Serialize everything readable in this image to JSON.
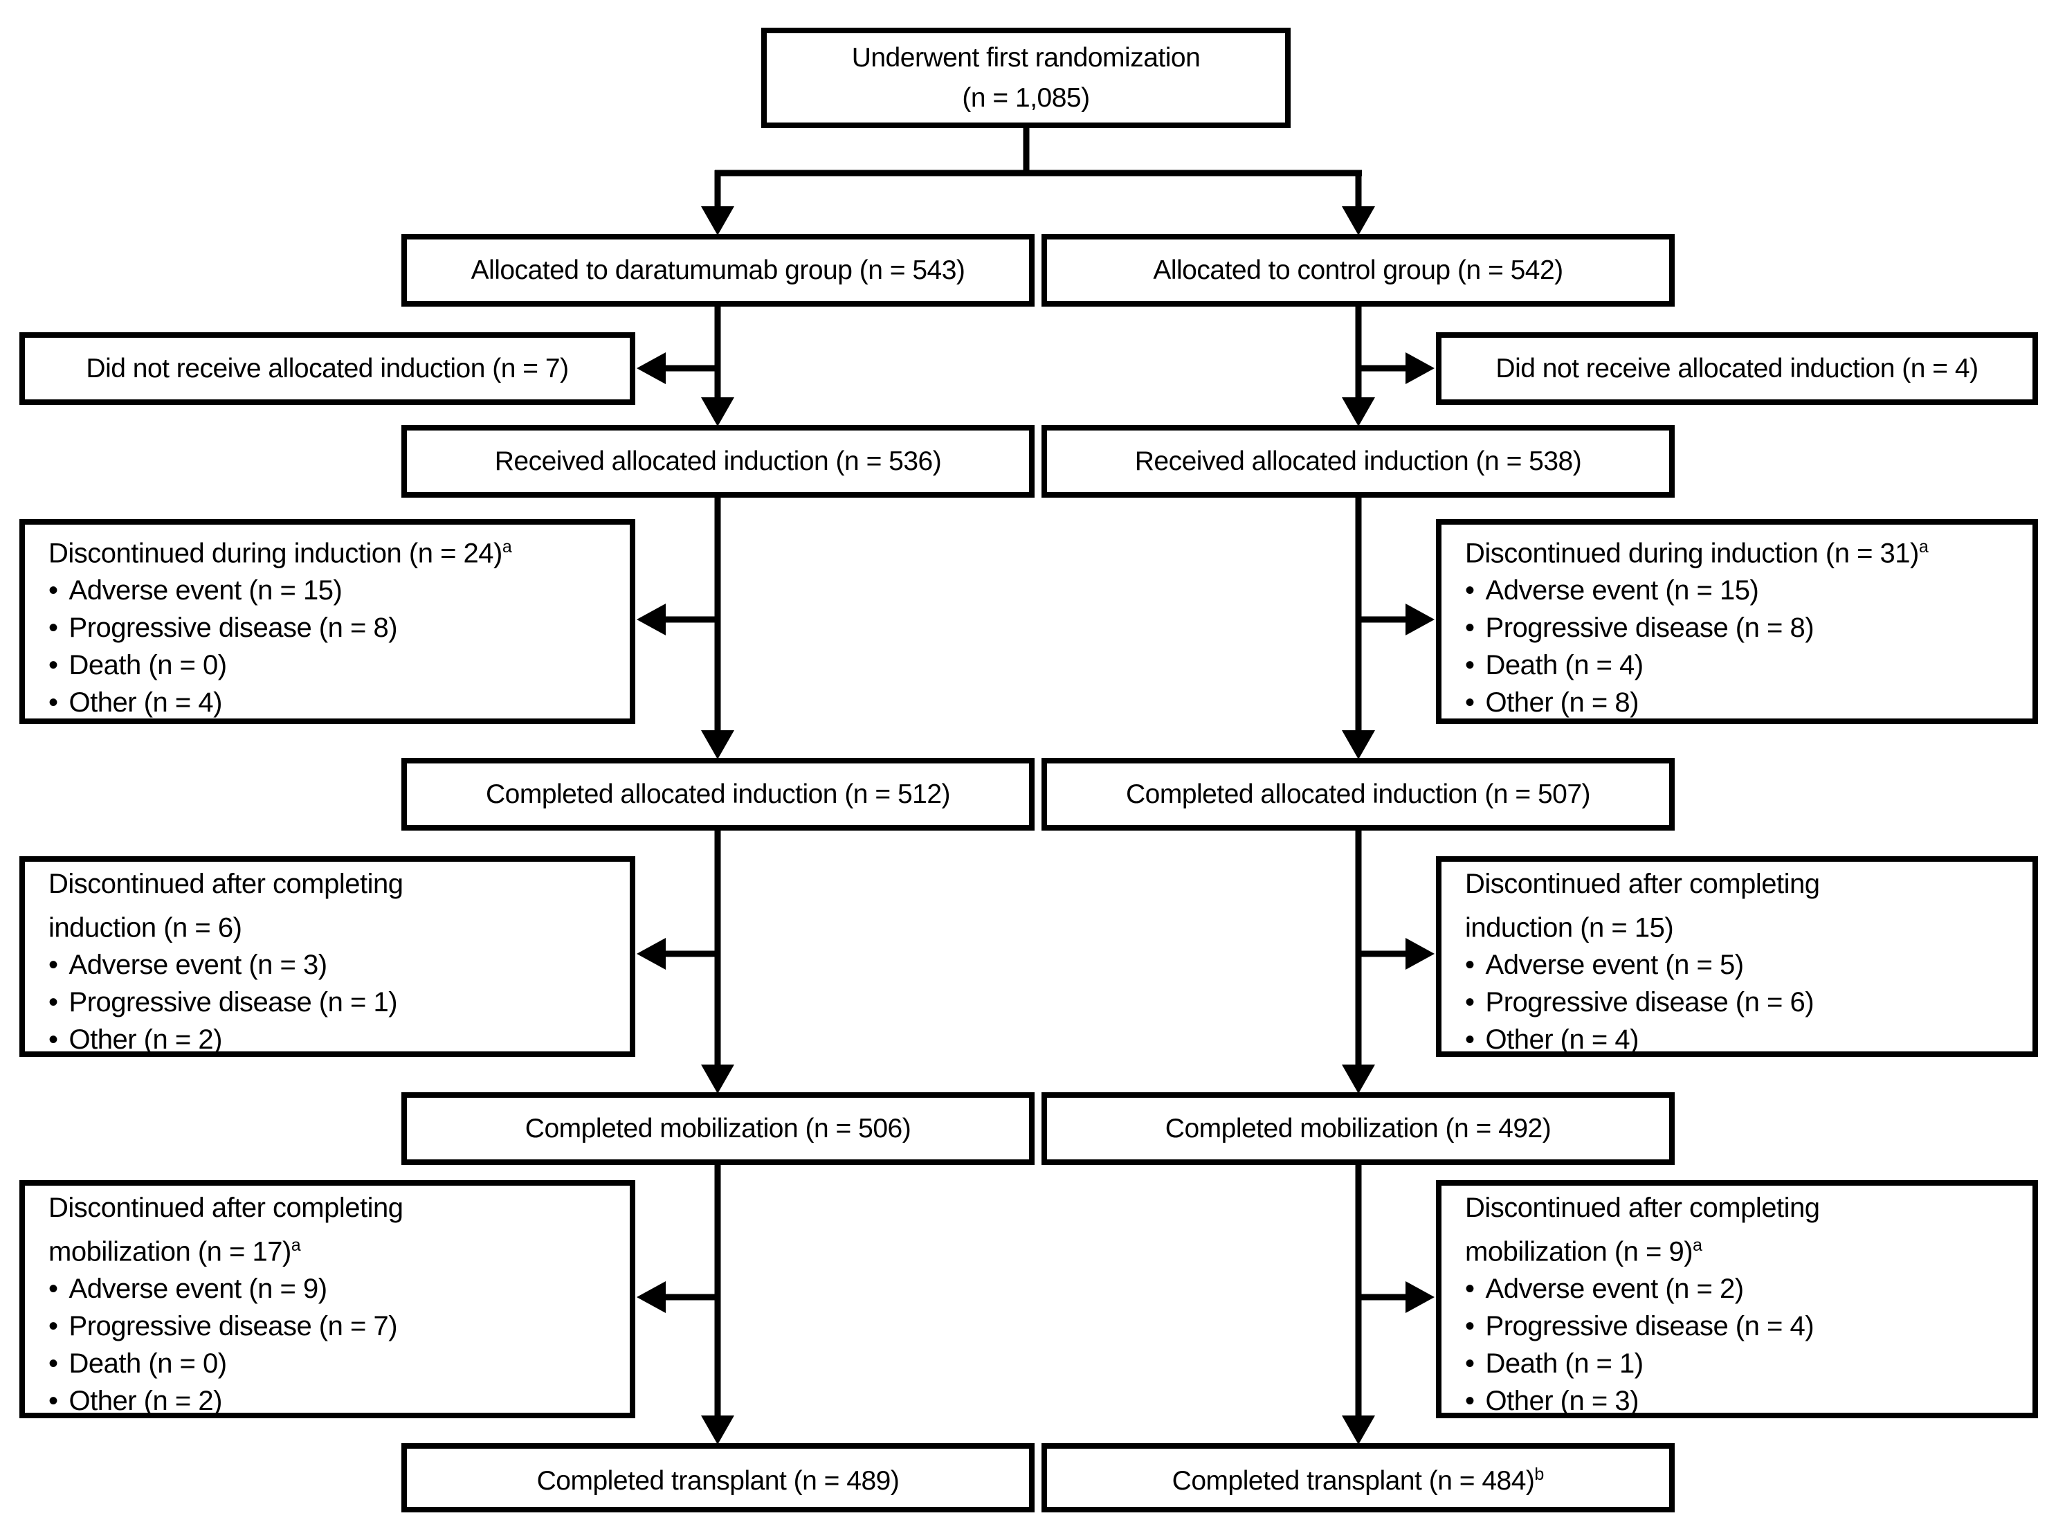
{
  "diagram": {
    "randomization": {
      "line1": "Underwent first randomization",
      "line2": "(n = 1,085)"
    },
    "left": {
      "allocated": "Allocated to daratumumab group (n = 543)",
      "not_received": "Did not receive allocated induction (n = 7)",
      "received": "Received allocated induction (n = 536)",
      "disc_during": {
        "title": "Discontinued during induction (n = 24)",
        "sup": "a",
        "bullets": [
          "Adverse event (n = 15)",
          "Progressive disease (n = 8)",
          "Death (n = 0)",
          "Other (n = 4)"
        ]
      },
      "completed_induction": "Completed allocated induction (n = 512)",
      "disc_after_induction": {
        "title": "Discontinued after completing\ninduction (n = 6)",
        "sup": "",
        "bullets": [
          "Adverse event (n = 3)",
          "Progressive disease (n = 1)",
          "Other (n = 2)"
        ]
      },
      "completed_mobilization": "Completed mobilization (n = 506)",
      "disc_after_mobilization": {
        "title": "Discontinued after completing\nmobilization (n = 17)",
        "sup": "a",
        "bullets": [
          "Adverse event (n = 9)",
          "Progressive disease (n = 7)",
          "Death (n = 0)",
          "Other (n = 2)"
        ]
      },
      "completed_transplant": "Completed transplant (n = 489)",
      "completed_transplant_sup": ""
    },
    "right": {
      "allocated": "Allocated to control group (n = 542)",
      "not_received": "Did not receive allocated induction (n = 4)",
      "received": "Received allocated induction (n = 538)",
      "disc_during": {
        "title": "Discontinued during induction (n = 31)",
        "sup": "a",
        "bullets": [
          "Adverse event (n = 15)",
          "Progressive disease (n = 8)",
          "Death (n = 4)",
          "Other (n = 8)"
        ]
      },
      "completed_induction": "Completed allocated induction (n = 507)",
      "disc_after_induction": {
        "title": "Discontinued after completing\ninduction (n = 15)",
        "sup": "",
        "bullets": [
          "Adverse event (n = 5)",
          "Progressive disease (n = 6)",
          "Other (n = 4)"
        ]
      },
      "completed_mobilization": "Completed mobilization (n = 492)",
      "disc_after_mobilization": {
        "title": "Discontinued after completing\nmobilization (n = 9)",
        "sup": "a",
        "bullets": [
          "Adverse event (n = 2)",
          "Progressive disease (n = 4)",
          "Death (n = 1)",
          "Other (n = 3)"
        ]
      },
      "completed_transplant": "Completed transplant (n = 484)",
      "completed_transplant_sup": "b"
    },
    "colors": {
      "line": "#000000",
      "background": "#ffffff"
    }
  }
}
